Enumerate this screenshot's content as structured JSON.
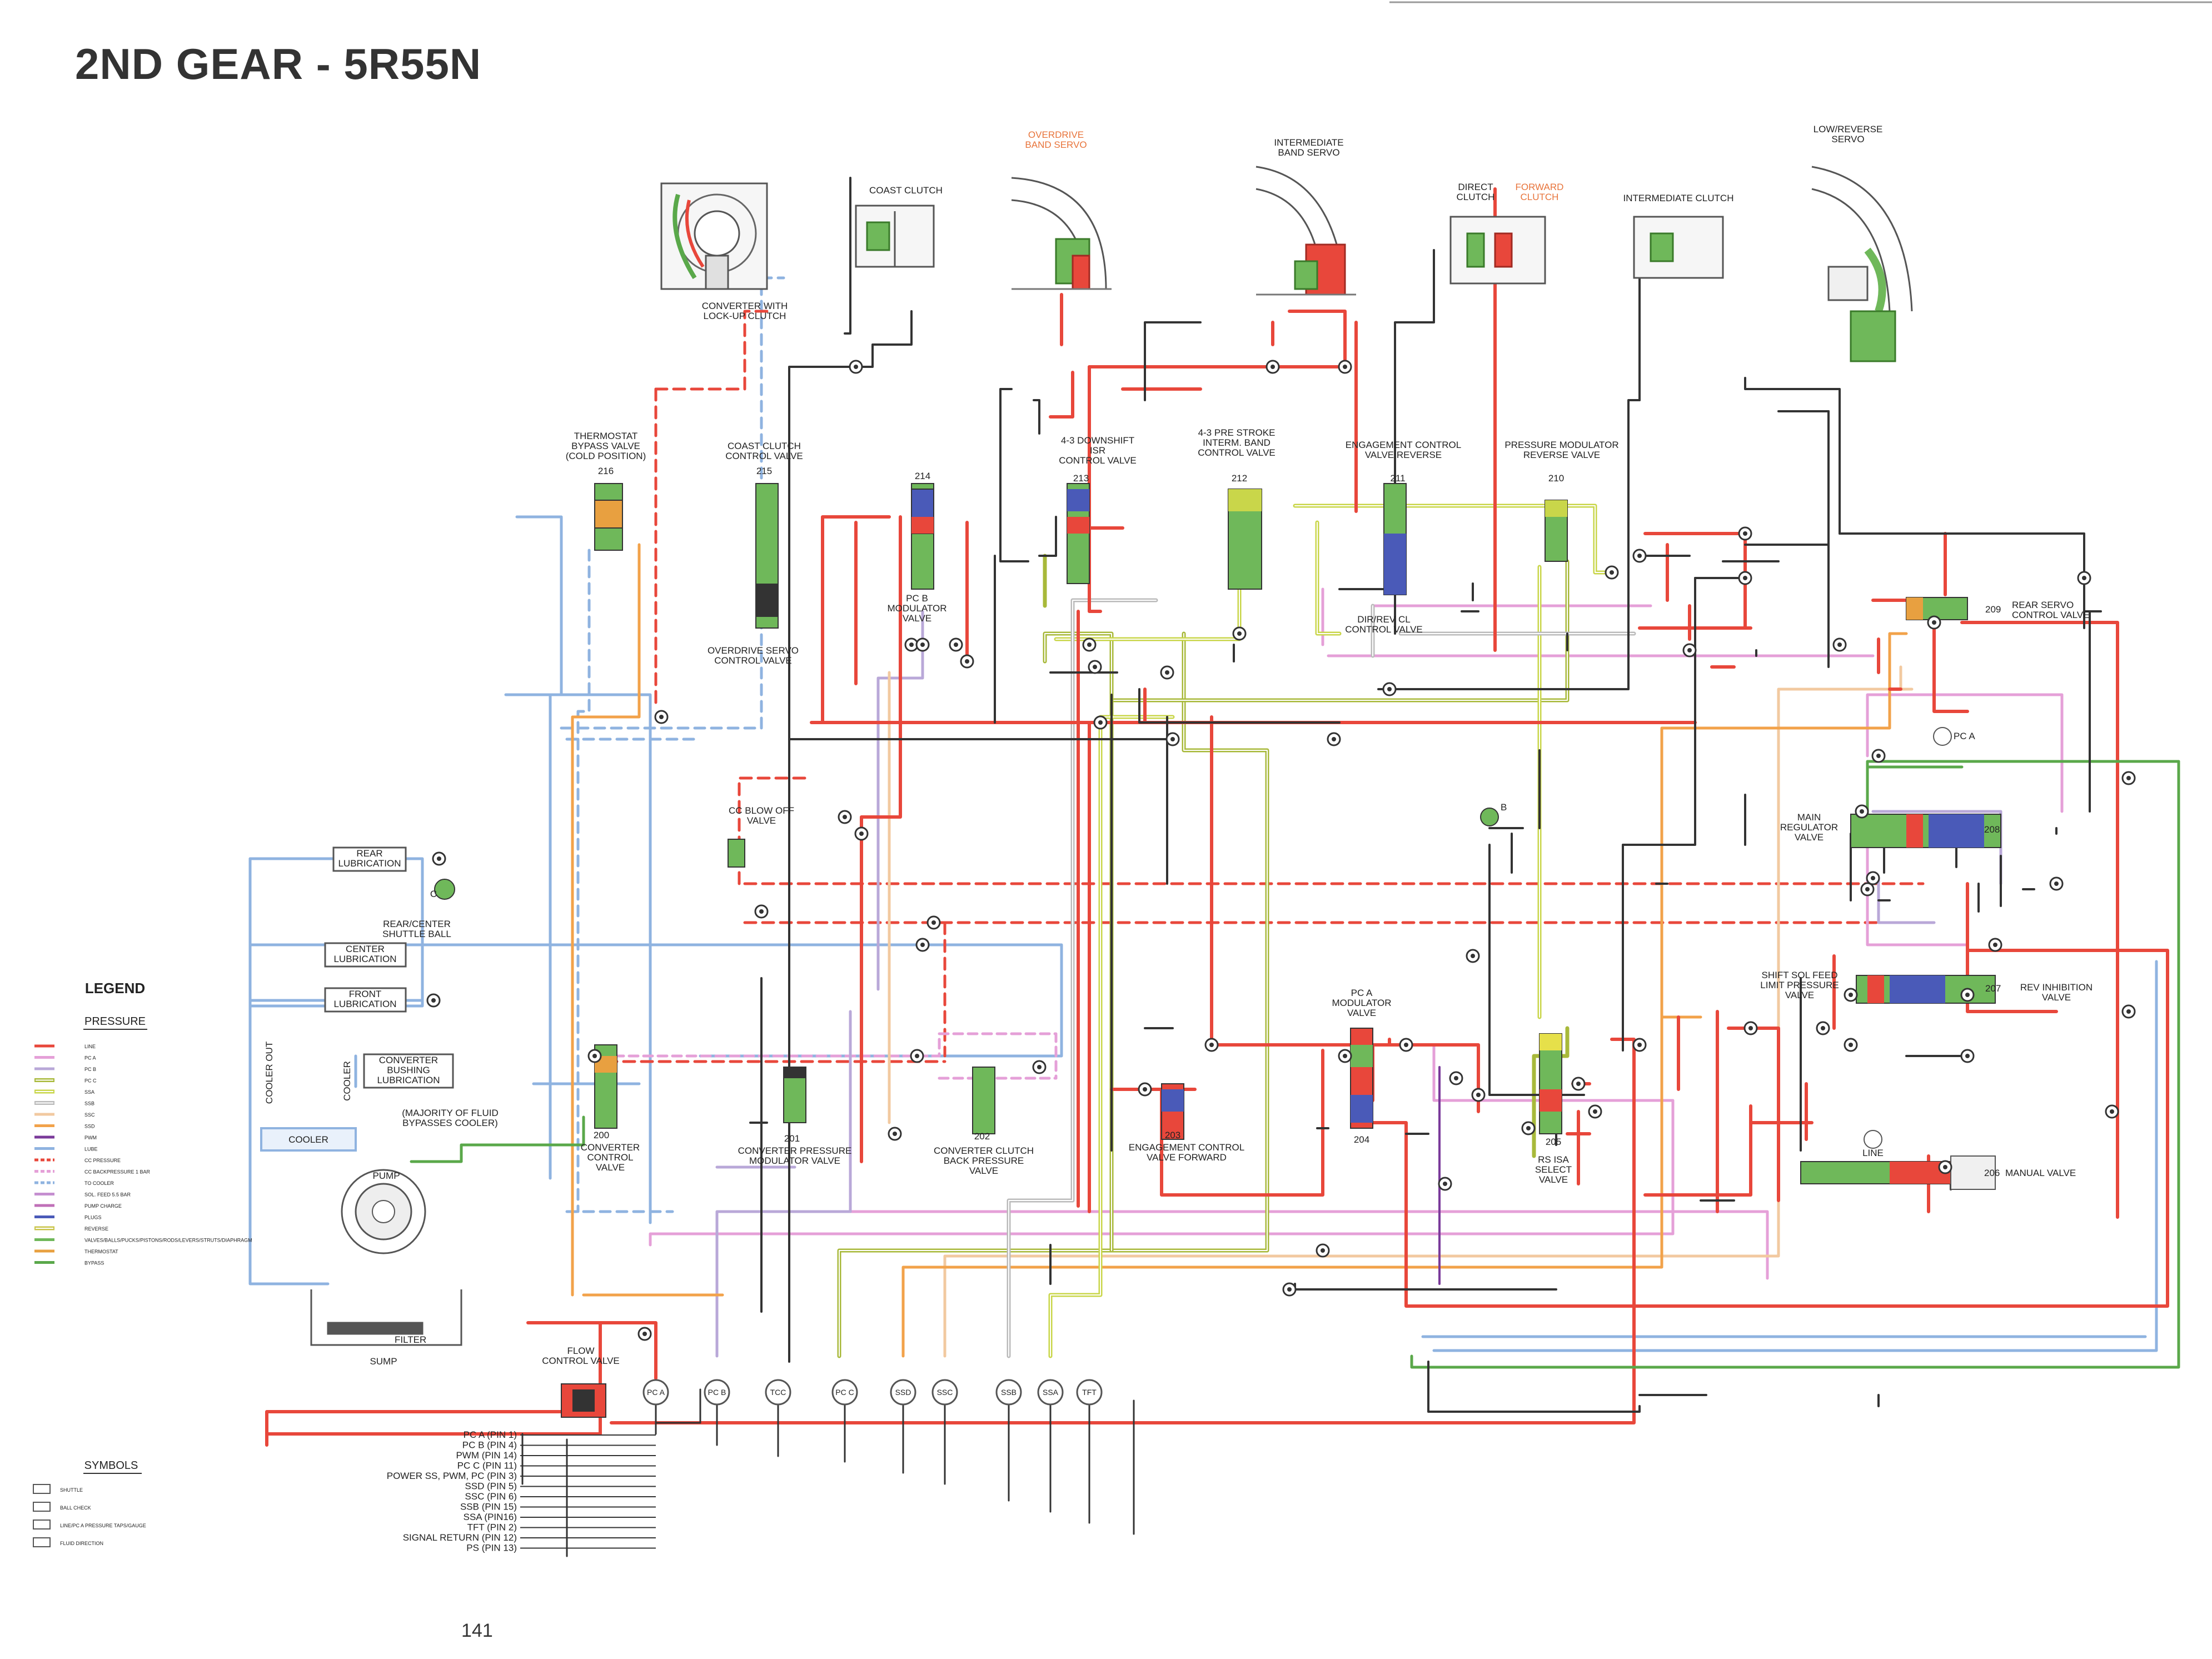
{
  "title": "2ND GEAR - 5R55N",
  "page_number": "141",
  "components": {
    "converter": "CONVERTER WITH LOCK-UP CLUTCH",
    "coast_clutch": "COAST CLUTCH",
    "overdrive_band_servo": "OVERDRIVE BAND SERVO",
    "intermediate_band_servo": "INTERMEDIATE BAND SERVO",
    "direct_clutch": "DIRECT CLUTCH",
    "forward_clutch": "FORWARD CLUTCH",
    "intermediate_clutch": "INTERMEDIATE CLUTCH",
    "low_reverse_servo": "LOW/REVERSE SERVO"
  },
  "valves": {
    "thermostat": {
      "name": "THERMOSTAT BYPASS VALVE (COLD POSITION)",
      "num": "216"
    },
    "coast_clutch_control": {
      "name": "COAST CLUTCH CONTROL VALVE",
      "num": "215"
    },
    "overdrive_servo_control": {
      "name": "OVERDRIVE SERVO CONTROL VALVE"
    },
    "pc_b_modulator": {
      "name": "PC B MODULATOR VALVE",
      "num": "214"
    },
    "downshift_isr": {
      "name": "4-3 DOWNSHIFT ISR CONTROL VALVE",
      "num": "213"
    },
    "prestroke": {
      "name": "4-3 PRE STROKE INTERM. BAND CONTROL VALVE",
      "num": "212"
    },
    "engagement_reverse": {
      "name": "ENGAGEMENT CONTROL VALVE REVERSE",
      "num": "211"
    },
    "dir_rev": {
      "name": "DIR/REV CL CONTROL VALVE"
    },
    "pressure_modulator_reverse": {
      "name": "PRESSURE MODULATOR REVERSE VALVE",
      "num": "210"
    },
    "rear_servo_control": {
      "name": "REAR SERVO CONTROL VALVE",
      "num": "209"
    },
    "main_regulator": {
      "name": "MAIN REGULATOR VALVE",
      "num": "208"
    },
    "shift_sol_feed": {
      "name": "SHIFT SOL FEED LIMIT PRESSURE VALVE",
      "num": "207"
    },
    "rev_inhibition": {
      "name": "REV INHIBITION VALVE"
    },
    "manual": {
      "name": "MANUAL VALVE",
      "num": "206"
    },
    "rs_isa": {
      "name": "RS ISA SELECT VALVE",
      "num": "205"
    },
    "pc_a_modulator": {
      "name": "PC A MODULATOR VALVE",
      "num": "204"
    },
    "engagement_forward": {
      "name": "ENGAGEMENT CONTROL VALVE FORWARD",
      "num": "203"
    },
    "converter_clutch_back": {
      "name": "CONVERTER CLUTCH BACK PRESSURE VALVE",
      "num": "202"
    },
    "converter_pressure_mod": {
      "name": "CONVERTER PRESSURE MODULATOR VALVE",
      "num": "201"
    },
    "converter_control": {
      "name": "CONVERTER CONTROL VALVE",
      "num": "200"
    },
    "cc_blow_off": {
      "name": "CC BLOW OFF VALVE"
    },
    "flow_control": {
      "name": "FLOW CONTROL VALVE"
    }
  },
  "misc_labels": {
    "rear_lubrication": "REAR LUBRICATION",
    "rear_center_shuttle": "REAR/CENTER SHUTTLE BALL",
    "center_lubrication": "CENTER LUBRICATION",
    "front_lubrication": "FRONT LUBRICATION",
    "converter_bushing": "CONVERTER BUSHING LUBRICATION",
    "cooler": "COOLER",
    "cooler_out": "COOLER OUT",
    "cooler_in": "COOLER",
    "majority_bypass": "(MAJORITY OF FLUID BYPASSES COOLER)",
    "pump": "PUMP",
    "filter": "FILTER",
    "sump": "SUMP",
    "pc_a_gauge": "PC A",
    "line_gauge": "LINE",
    "tap_b": "B",
    "tap_c": "C"
  },
  "solenoids": [
    "PC A",
    "PC B",
    "TCC",
    "PC C",
    "SSD",
    "SSC",
    "SSB",
    "SSA",
    "TFT"
  ],
  "pins": [
    "PC A (PIN 1)",
    "PC B (PIN 4)",
    "PWM (PIN 14)",
    "PC C (PIN 11)",
    "POWER SS, PWM, PC (PIN 3)",
    "SSD (PIN 5)",
    "SSC (PIN 6)",
    "SSB (PIN 15)",
    "SSA (PIN16)",
    "TFT (PIN 2)",
    "SIGNAL RETURN (PIN 12)",
    "PS (PIN 13)"
  ],
  "legend": {
    "title": "LEGEND",
    "pressure_title": "PRESSURE",
    "items": [
      {
        "label": "LINE",
        "color": "#e8473b",
        "style": "solid"
      },
      {
        "label": "PC A",
        "color": "#e5a0d8",
        "style": "solid"
      },
      {
        "label": "PC B",
        "color": "#b9a8d8",
        "style": "solid"
      },
      {
        "label": "PC C",
        "color": "#a8b93a",
        "style": "double"
      },
      {
        "label": "SSA",
        "color": "#c9d64a",
        "style": "double"
      },
      {
        "label": "SSB",
        "color": "#bbbbbb",
        "style": "double"
      },
      {
        "label": "SSC",
        "color": "#f2c9a0",
        "style": "solid"
      },
      {
        "label": "SSD",
        "color": "#f2a24a",
        "style": "solid"
      },
      {
        "label": "PWM",
        "color": "#7a3a9a",
        "style": "solid"
      },
      {
        "label": "LUBE",
        "color": "#8fb3e0",
        "style": "solid"
      },
      {
        "label": "CC PRESSURE",
        "color": "#e8473b",
        "style": "dashed"
      },
      {
        "label": "CC BACKPRESSURE 1 BAR",
        "color": "#e5a0d8",
        "style": "dashed"
      },
      {
        "label": "TO COOLER",
        "color": "#8fb3e0",
        "style": "dashed"
      },
      {
        "label": "SOL. FEED 5.5 BAR",
        "color": "#c58fd0",
        "style": "solid"
      },
      {
        "label": "PUMP CHARGE",
        "color": "#c070b8",
        "style": "solid"
      },
      {
        "label": "PLUGS",
        "color": "#4a5ab8",
        "style": "solid"
      },
      {
        "label": "REVERSE",
        "color": "#c9c44a",
        "style": "hollow"
      },
      {
        "label": "VALVES/BALLS/PUCKS/PISTONS/RODS/LEVERS/STRUTS/DIAPHRAGM",
        "color": "#6fb85a",
        "style": "solid"
      },
      {
        "label": "THERMOSTAT",
        "color": "#e8a040",
        "style": "solid"
      },
      {
        "label": "BYPASS",
        "color": "#5aa84a",
        "style": "solid"
      }
    ],
    "symbols_title": "SYMBOLS",
    "symbols": [
      "SHUTTLE",
      "BALL CHECK",
      "LINE/PC A PRESSURE TAPS/GAUGE",
      "FLUID DIRECTION"
    ]
  },
  "colors": {
    "line": "#e8473b",
    "pc_a": "#e5a0d8",
    "pc_b": "#b9a8d8",
    "pc_c": "#a8b93a",
    "lube": "#8fb3e0",
    "ssd": "#f2a24a",
    "ssc": "#f2c9a0",
    "exhaust": "#333333",
    "valve_green": "#6fb85a",
    "plug_blue": "#4a5ab8",
    "bypass": "#5aa84a"
  }
}
